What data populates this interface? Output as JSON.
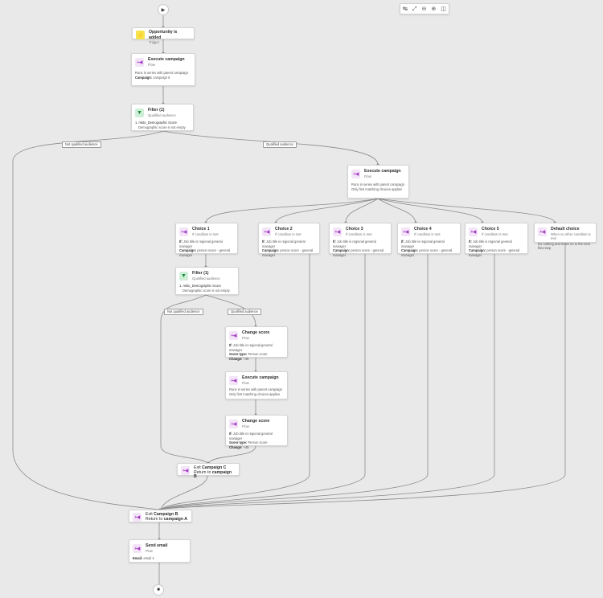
{
  "toolbar": {
    "icons": [
      "arrange-icon",
      "fit-to-screen-icon",
      "zoom-out-icon",
      "zoom-in-icon",
      "panel-toggle-icon"
    ]
  },
  "start_icon": "play-icon",
  "end_icon": "stop-icon",
  "edge_labels": {
    "not_qualified_1": "Not qualified audience",
    "qualified_1": "Qualified audience",
    "not_qualified_2": "Not qualified audience",
    "qualified_2": "Qualified audience"
  },
  "nodes": {
    "trigger": {
      "title": "Opportunity is added",
      "subtitle": "Trigger"
    },
    "exec1": {
      "title": "Execute campaign",
      "subtitle": "Flow",
      "desc": "Runs in series with parent campaign",
      "k1": "Campaign:",
      "v1": "campaign 6"
    },
    "filter1": {
      "title": "Filter (1)",
      "subtitle": "Qualified audience",
      "l1": "1. mkto_Demographic Score",
      "l2": "Demographic score is not empty"
    },
    "exec2": {
      "title": "Execute campaign",
      "subtitle": "Flow",
      "desc": "Runs in series with parent campaign",
      "desc2": "Only first matching choices applies"
    },
    "choice1": {
      "title": "Choice 1",
      "subtitle": "If condition is met",
      "k1": "If:",
      "v1": "Job title is regional general manager",
      "k2": "Campaign:",
      "v2": "person score - general manager"
    },
    "choice2": {
      "title": "Choice 2",
      "subtitle": "If condition is met",
      "k1": "If:",
      "v1": "Job title is regional general manager",
      "k2": "Campaign:",
      "v2": "person score - general manager"
    },
    "choice3": {
      "title": "Choice 3",
      "subtitle": "If condition is met",
      "k1": "If:",
      "v1": "Job title is regional general manager",
      "k2": "Campaign:",
      "v2": "person score - general manager"
    },
    "choice4": {
      "title": "Choice 4",
      "subtitle": "If condition is met",
      "k1": "If:",
      "v1": "Job title is regional general manager",
      "k2": "Campaign:",
      "v2": "person score - general manager"
    },
    "choice5": {
      "title": "Choice 5",
      "subtitle": "If condition is met",
      "k1": "If:",
      "v1": "Job title is regional general manager",
      "k2": "Campaign:",
      "v2": "person score - general manager"
    },
    "default": {
      "title": "Default choice",
      "subtitle": "When no other condition is met",
      "desc": "Do nothing and move on to the next flow step"
    },
    "filter2": {
      "title": "Filter (1)",
      "subtitle": "Qualified audience",
      "l1": "1. mkto_Demographic Score",
      "l2": "Demographic score is not empty"
    },
    "change1": {
      "title": "Change score",
      "subtitle": "Flow",
      "k1": "If:",
      "v1": "Job title is regional general manager",
      "k2": "Score type:",
      "v2": "Person score",
      "k3": "Change:",
      "v3": "+45"
    },
    "exec3": {
      "title": "Execute campaign",
      "subtitle": "Flow",
      "desc": "Runs in series with parent campaign",
      "desc2": "Only first matching choices applies"
    },
    "change2": {
      "title": "Change score",
      "subtitle": "Flow",
      "k1": "If:",
      "v1": "Job title is regional general manager",
      "k2": "Score type:",
      "v2": "Person score",
      "k3": "Change:",
      "v3": "+45"
    },
    "exitC": {
      "pre": "Exit",
      "bold": "Campaign C",
      "l2pre": "Return to",
      "l2bold": "campaign B"
    },
    "exitB": {
      "pre": "Exit",
      "bold": "Campaign B",
      "l2pre": "Return to",
      "l2bold": "campaign A"
    },
    "email": {
      "title": "Send email",
      "subtitle": "Flow",
      "k1": "Email:",
      "v1": "email 4"
    }
  }
}
